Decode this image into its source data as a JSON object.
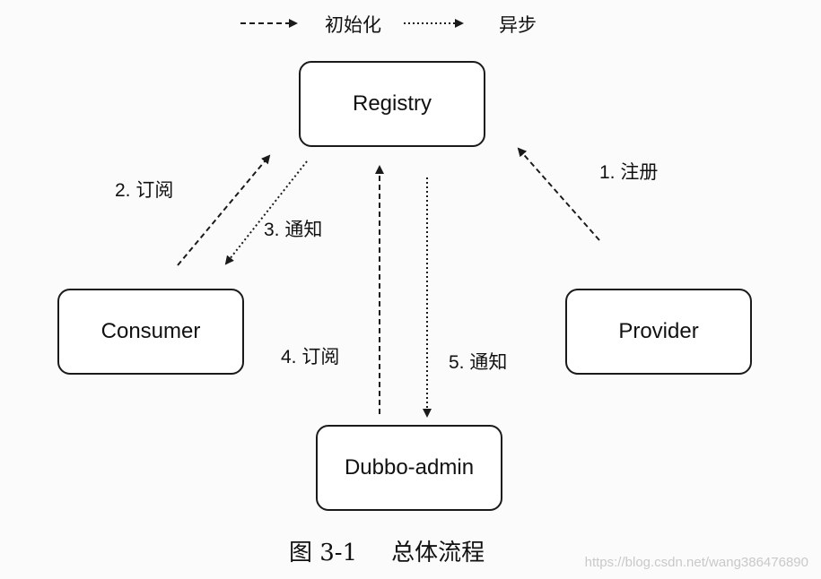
{
  "legend": {
    "init": "初始化",
    "async": "异步"
  },
  "nodes": {
    "registry": "Registry",
    "consumer": "Consumer",
    "provider": "Provider",
    "admin": "Dubbo-admin"
  },
  "edges": {
    "e1": "1. 注册",
    "e2": "2. 订阅",
    "e3": "3. 通知",
    "e4": "4. 订阅",
    "e5": "5. 通知"
  },
  "caption": {
    "number": "图 3-1",
    "title": "总体流程"
  },
  "watermark": "https://blog.csdn.net/wang386476890"
}
